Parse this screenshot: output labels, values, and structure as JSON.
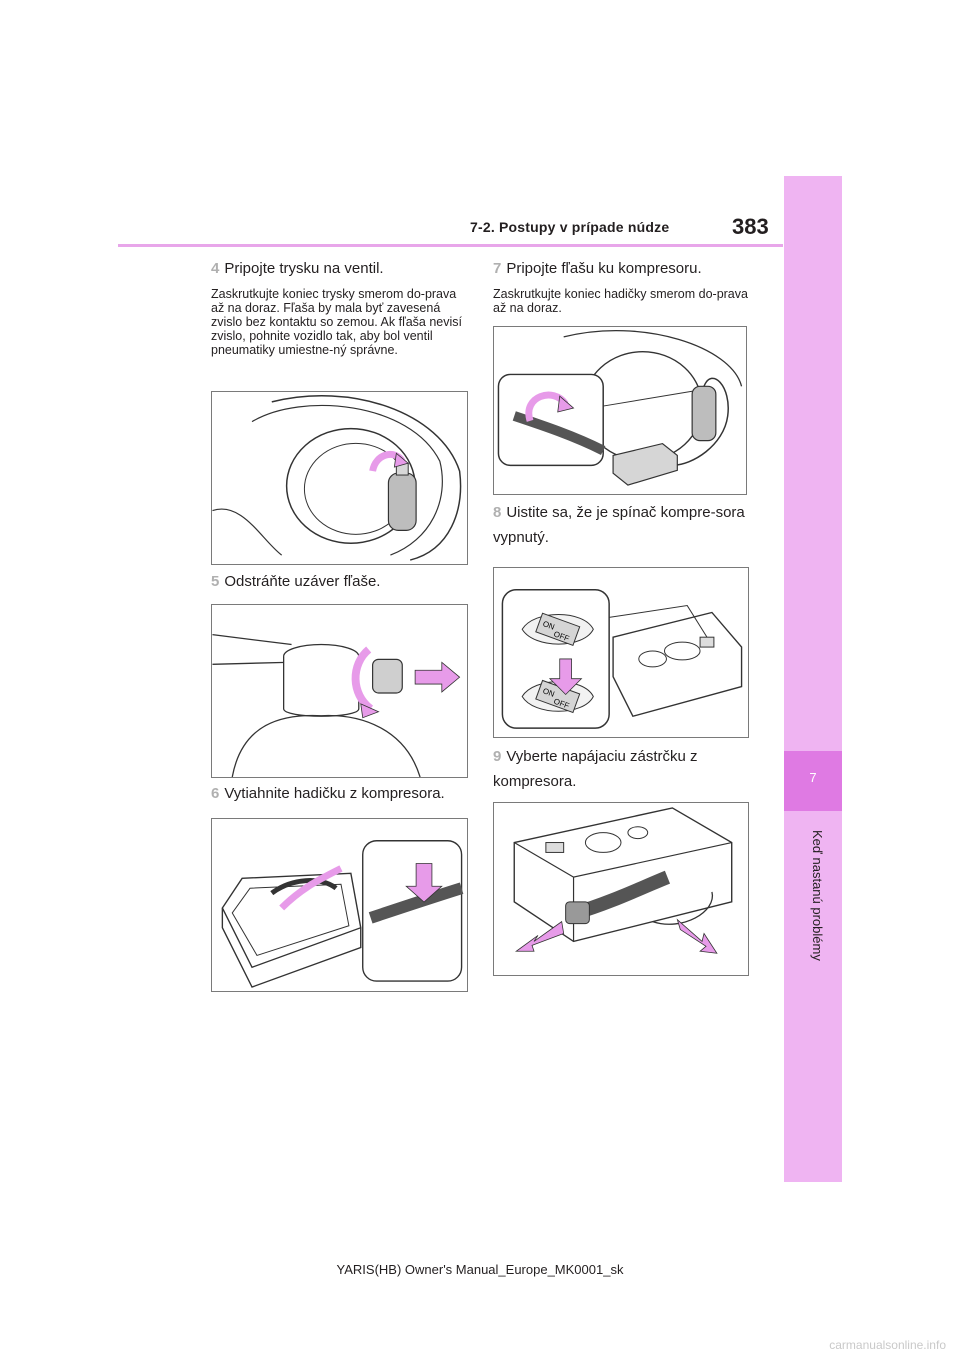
{
  "header": {
    "section_title": "7-2. Postupy v prípade núdze",
    "page_number": "383"
  },
  "side_tab": {
    "chapter_number": "7",
    "chapter_label": "Keď nastanú problémy"
  },
  "steps": [
    {
      "number": "4",
      "title": "Pripojte trysku na ventil.",
      "note": "Zaskrutkujte koniec trysky smerom do-prava až na doraz. Fľaša by mala byť zavesená zvislo bez kontaktu so zemou. Ak fľaša nevisí zvislo, pohnite vozidlo tak, aby bol ventil pneumatiky umiestne-ný správne."
    },
    {
      "number": "5",
      "title": "Odstráňte uzáver fľaše."
    },
    {
      "number": "6",
      "title": "Vytiahnite hadičku z kompresora."
    },
    {
      "number": "7",
      "title": "Pripojte fľašu ku kompresoru.",
      "note": "Zaskrutkujte koniec hadičky smerom do-prava až na doraz."
    },
    {
      "number": "8",
      "title": "Uistite sa, že je spínač kompre-sora vypnutý."
    },
    {
      "number": "9",
      "title": "Vyberte napájaciu zástrčku z kompresora."
    }
  ],
  "switch_labels": {
    "on": "ON",
    "off": "OFF"
  },
  "footer": {
    "text": "YARIS(HB) Owner's Manual_Europe_MK0001_sk"
  },
  "watermark": {
    "text": "carmanualsonline.info"
  },
  "colors": {
    "accent": "#efb4f2",
    "accent_dark": "#df7ae3",
    "arrow": "#e79be9"
  }
}
